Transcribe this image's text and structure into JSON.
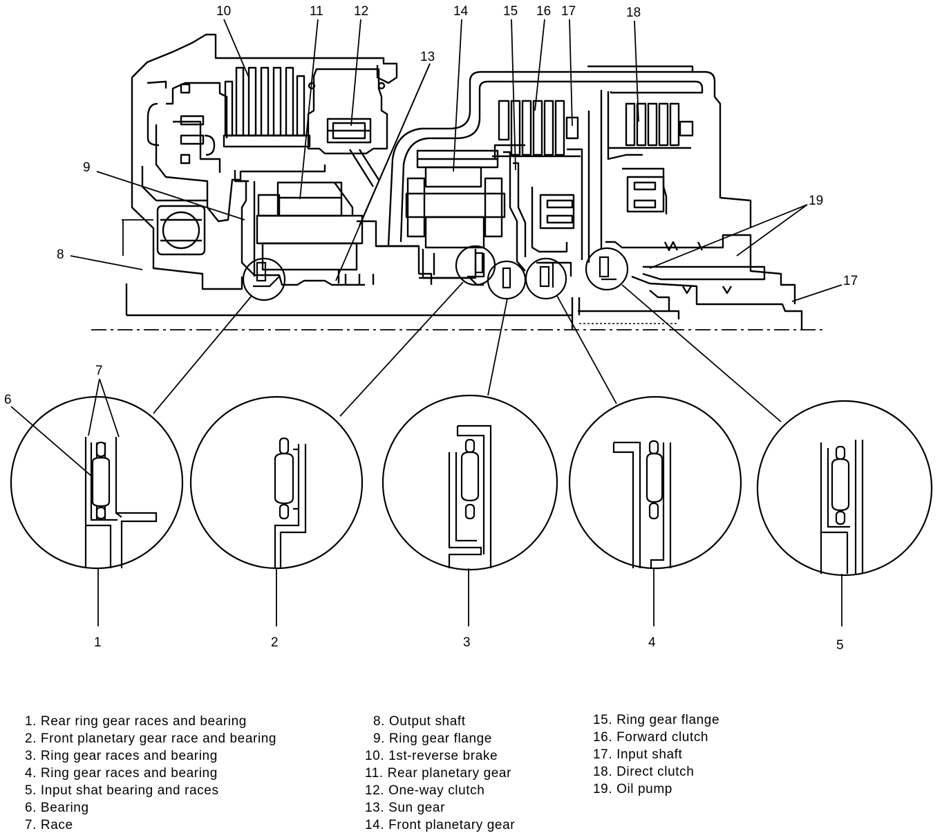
{
  "callouts": [
    {
      "id": "10",
      "label": "10"
    },
    {
      "id": "11",
      "label": "11"
    },
    {
      "id": "12",
      "label": "12"
    },
    {
      "id": "13",
      "label": "13"
    },
    {
      "id": "14",
      "label": "14"
    },
    {
      "id": "15",
      "label": "15"
    },
    {
      "id": "16",
      "label": "16"
    },
    {
      "id": "17a",
      "label": "17"
    },
    {
      "id": "18",
      "label": "18"
    },
    {
      "id": "9",
      "label": "9"
    },
    {
      "id": "8",
      "label": "8"
    },
    {
      "id": "19",
      "label": "19"
    },
    {
      "id": "17b",
      "label": "17"
    },
    {
      "id": "7",
      "label": "7"
    },
    {
      "id": "6",
      "label": "6"
    }
  ],
  "details": [
    {
      "label": "1"
    },
    {
      "label": "2"
    },
    {
      "label": "3"
    },
    {
      "label": "4"
    },
    {
      "label": "5"
    }
  ],
  "legend": {
    "col1": [
      "1.  Rear ring gear races and bearing",
      "2.  Front planetary gear race and bearing",
      "3.  Ring gear races and bearing",
      "4.  Ring gear races and bearing",
      "5.  Input shat bearing and races",
      "6.  Bearing",
      "7.  Race"
    ],
    "col2": [
      "8.  Output shaft",
      "9.  Ring gear flange",
      "10.  1st-reverse brake",
      "11.  Rear planetary gear",
      "12.  One-way clutch",
      "13.  Sun gear",
      "14.  Front planetary gear"
    ],
    "col3": [
      "15.  Ring gear flange",
      "16.  Forward clutch",
      "17.  Input shaft",
      "18.  Direct clutch",
      "19.  Oil pump"
    ]
  }
}
